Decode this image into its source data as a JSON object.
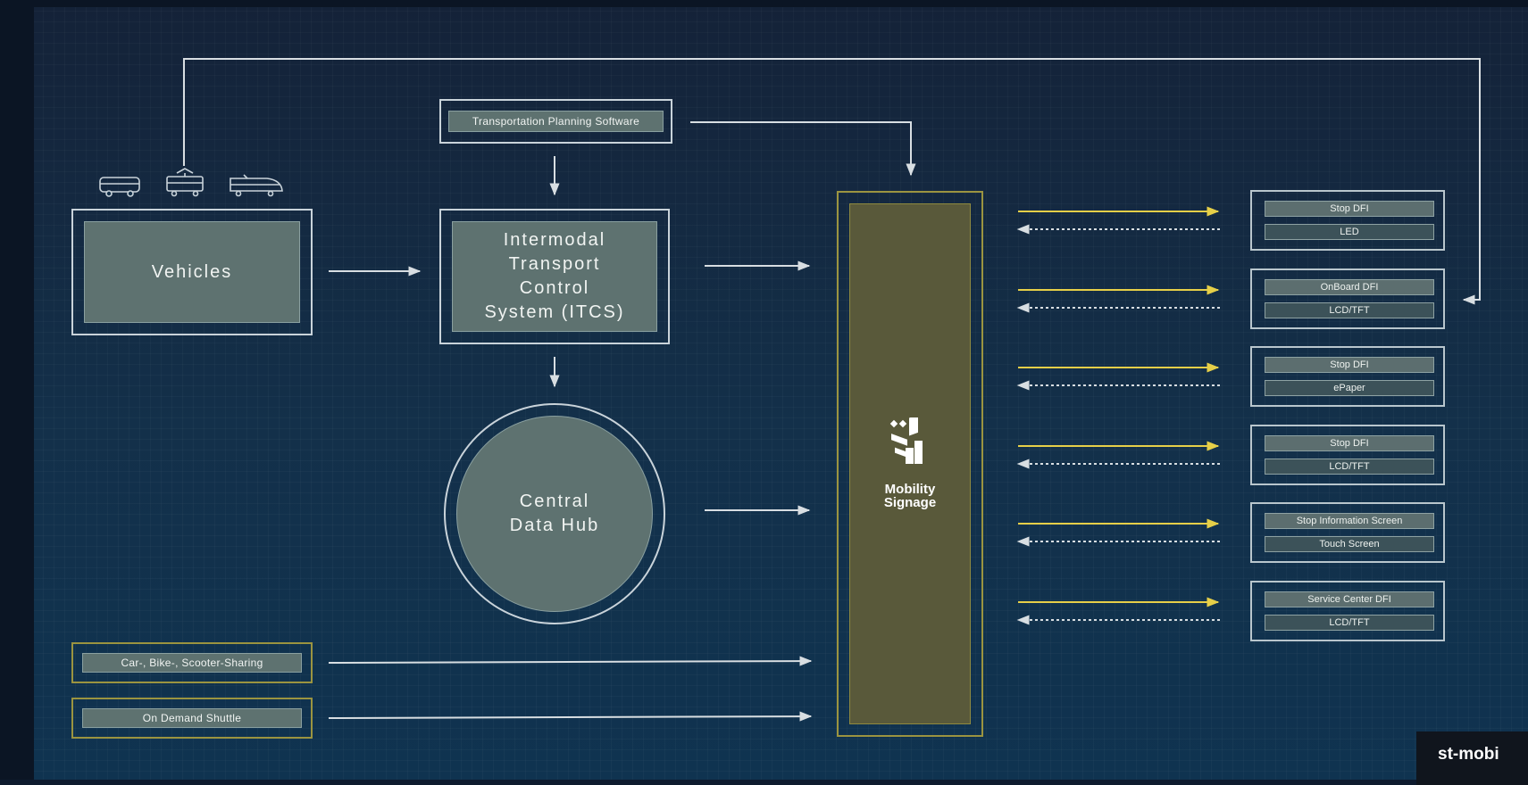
{
  "diagram": {
    "colors": {
      "background": "#13304a",
      "line": "#d8dee2",
      "accent_gold": "#e6cf48",
      "box_fill": "#5e7270",
      "hub_fill": "#59593a"
    },
    "vehicle_icons": [
      "bus-icon",
      "tram-icon",
      "train-icon"
    ],
    "nodes": {
      "planning_software": "Transportation Planning Software",
      "vehicles": "Vehicles",
      "itcs": "Intermodal\nTransport\nControl\nSystem (ITCS)",
      "central_data_hub": "Central\nData Hub",
      "sharing": "Car-, Bike-, Scooter-Sharing",
      "shuttle": "On Demand Shuttle",
      "mobility_signage": "Mobility\nSignage"
    },
    "outputs": [
      {
        "title": "Stop DFI",
        "type": "LED"
      },
      {
        "title": "OnBoard DFI",
        "type": "LCD/TFT"
      },
      {
        "title": "Stop DFI",
        "type": "ePaper"
      },
      {
        "title": "Stop DFI",
        "type": "LCD/TFT"
      },
      {
        "title": "Stop Information Screen",
        "type": "Touch Screen"
      },
      {
        "title": "Service Center DFI",
        "type": "LCD/TFT"
      }
    ]
  },
  "footer": {
    "label": "st-mobi"
  }
}
